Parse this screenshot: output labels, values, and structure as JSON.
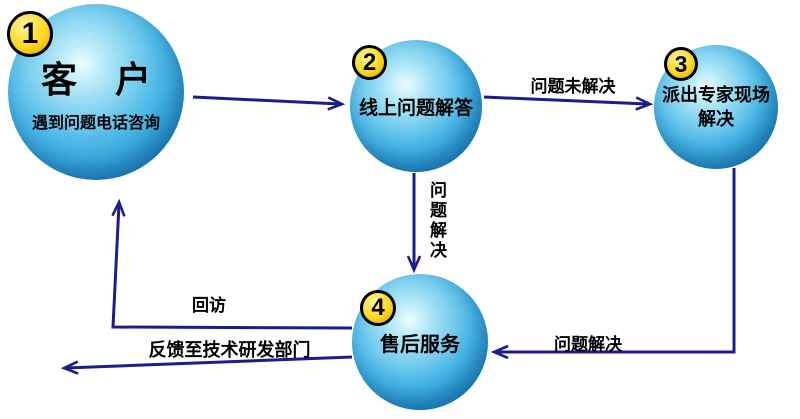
{
  "diagram": {
    "nodes": [
      {
        "number": "1",
        "title": "客 户",
        "subtitle": "遇到问题电话咨询"
      },
      {
        "number": "2",
        "title": "线上问题解答"
      },
      {
        "number": "3",
        "title_line1": "派出专家现场",
        "title_line2": "解决"
      },
      {
        "number": "4",
        "title": "售后服务"
      }
    ],
    "edges": {
      "unsolved": "问题未解决",
      "solved_vertical": "问题解决",
      "solved_bottom": "问题解决",
      "return_visit": "回访",
      "feedback": "反馈至技术研发部门"
    },
    "colors": {
      "arrow": "#1c1c8f",
      "sphere_blue": "#2aa6dc",
      "badge_gold": "#ffd91c",
      "text": "#000000",
      "background": "#ffffff"
    }
  }
}
